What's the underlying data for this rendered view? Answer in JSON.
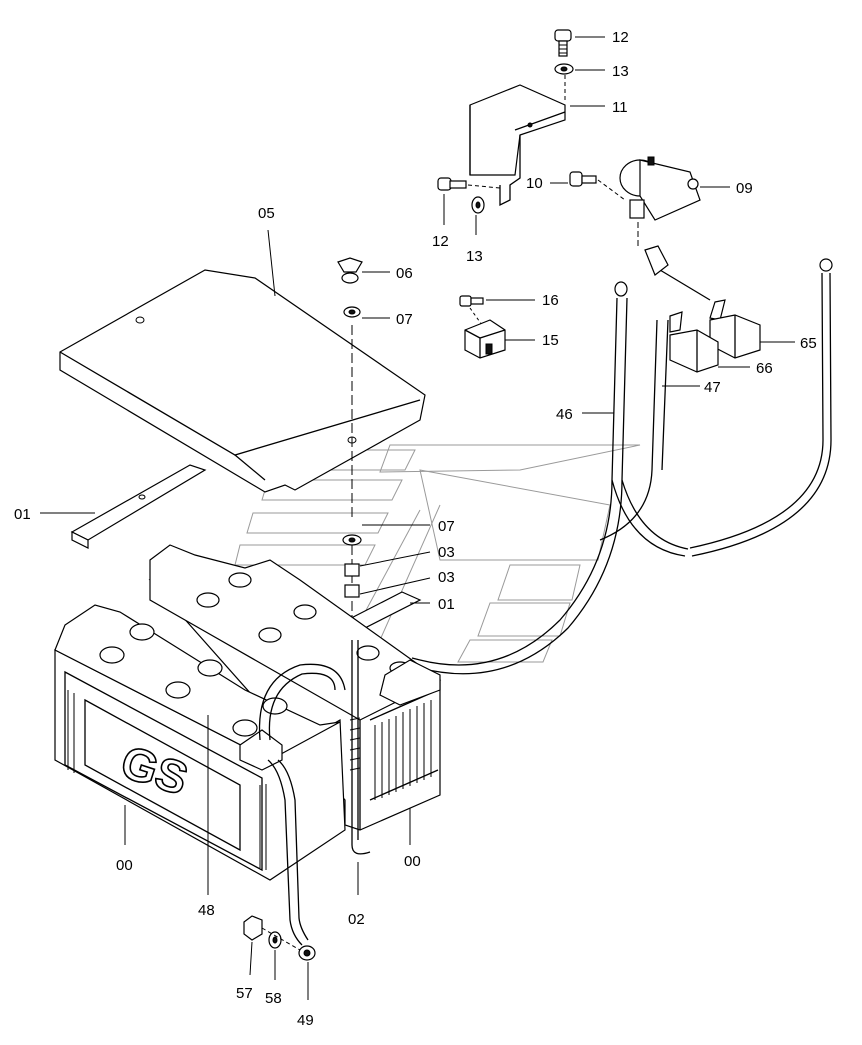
{
  "diagram": {
    "battery_logo": "GS",
    "labels": [
      {
        "id": "label-12-top",
        "text": "12"
      },
      {
        "id": "label-13-top",
        "text": "13"
      },
      {
        "id": "label-11",
        "text": "11"
      },
      {
        "id": "label-10",
        "text": "10"
      },
      {
        "id": "label-09",
        "text": "09"
      },
      {
        "id": "label-12-left",
        "text": "12"
      },
      {
        "id": "label-13-left",
        "text": "13"
      },
      {
        "id": "label-05",
        "text": "05"
      },
      {
        "id": "label-06",
        "text": "06"
      },
      {
        "id": "label-07-top",
        "text": "07"
      },
      {
        "id": "label-16",
        "text": "16"
      },
      {
        "id": "label-15",
        "text": "15"
      },
      {
        "id": "label-65",
        "text": "65"
      },
      {
        "id": "label-66",
        "text": "66"
      },
      {
        "id": "label-47",
        "text": "47"
      },
      {
        "id": "label-46",
        "text": "46"
      },
      {
        "id": "label-01-left",
        "text": "01"
      },
      {
        "id": "label-07-mid",
        "text": "07"
      },
      {
        "id": "label-03-a",
        "text": "03"
      },
      {
        "id": "label-03-b",
        "text": "03"
      },
      {
        "id": "label-01-right",
        "text": "01"
      },
      {
        "id": "label-00-left",
        "text": "00"
      },
      {
        "id": "label-00-right",
        "text": "00"
      },
      {
        "id": "label-48",
        "text": "48"
      },
      {
        "id": "label-02",
        "text": "02"
      },
      {
        "id": "label-57",
        "text": "57"
      },
      {
        "id": "label-58",
        "text": "58"
      },
      {
        "id": "label-49",
        "text": "49"
      }
    ]
  }
}
